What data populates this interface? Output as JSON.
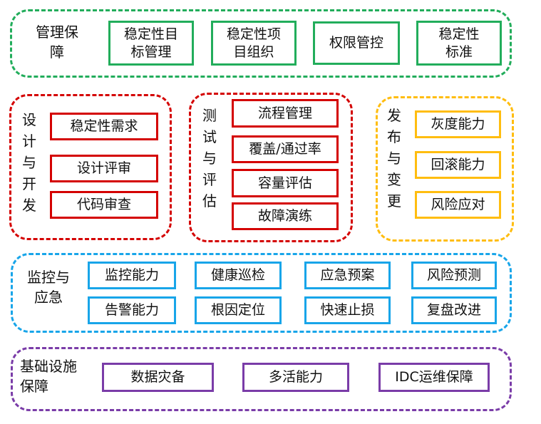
{
  "colors": {
    "green": "#22AD5B",
    "red": "#D40000",
    "yellow": "#FFBD0F",
    "blue": "#18A5E9",
    "purple": "#7A3CA8",
    "text": "#111111",
    "background": "#FFFFFF"
  },
  "diagram": {
    "sections": {
      "management": {
        "label": "管理保障",
        "items": [
          "稳定性目标管理",
          "稳定性项目组织",
          "权限管控",
          "稳定性标准"
        ]
      },
      "design_dev": {
        "label": "设计与开发",
        "items": [
          "稳定性需求",
          "设计评审",
          "代码审查"
        ]
      },
      "test_eval": {
        "label": "测试与评估",
        "items": [
          "流程管理",
          "覆盖/通过率",
          "容量评估",
          "故障演练"
        ]
      },
      "release_change": {
        "label": "发布与变更",
        "items": [
          "灰度能力",
          "回滚能力",
          "风险应对"
        ]
      },
      "monitor_emergency": {
        "label": "监控与应急",
        "items": [
          "监控能力",
          "健康巡检",
          "应急预案",
          "风险预测",
          "告警能力",
          "根因定位",
          "快速止损",
          "复盘改进"
        ]
      },
      "infrastructure": {
        "label": "基础设施保障",
        "items": [
          "数据灾备",
          "多活能力",
          "IDC运维保障"
        ]
      }
    }
  }
}
